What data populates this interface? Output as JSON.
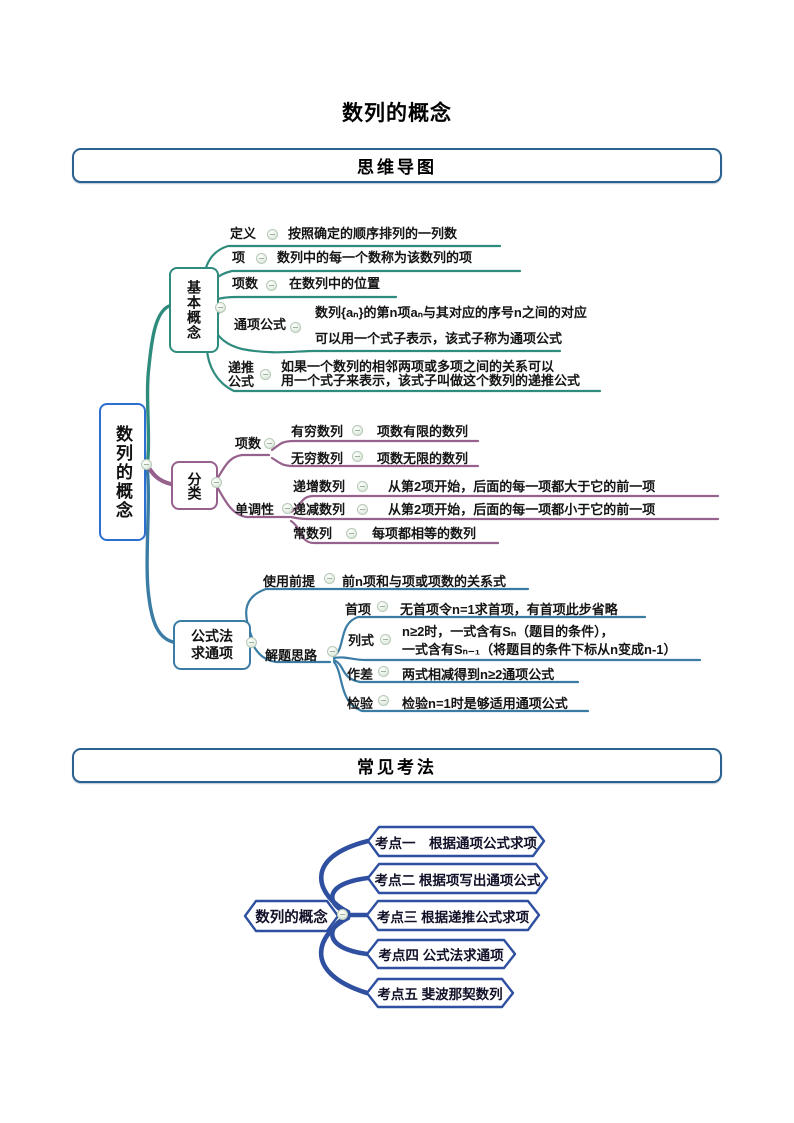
{
  "page": {
    "title": "数列的概念"
  },
  "sections": {
    "mindmap_banner": "思维导图",
    "common_tests_banner": "常见考法"
  },
  "colors": {
    "banner_border": "#2A6191",
    "root_border": "#2D6FD1",
    "branch_basic": "#2F8B7D",
    "branch_classify": "#96618C",
    "branch_formula": "#3B7CA5",
    "exam_blue": "#2F4FA0"
  },
  "mindmap": {
    "root": "数列的概念",
    "branches": [
      {
        "label": "基本概念",
        "children": [
          {
            "label": "定义",
            "text": "按照确定的顺序排列的一列数"
          },
          {
            "label": "项",
            "text": "数列中的每一个数称为该数列的项"
          },
          {
            "label": "项数",
            "text": "在数列中的位置"
          },
          {
            "label": "通项公式",
            "text1": "数列{aₙ}的第n项aₙ与其对应的序号n之间的对应",
            "text2": "可以用一个式子表示，该式子称为通项公式"
          },
          {
            "label": "递推公式",
            "text1": "如果一个数列的相邻两项或多项之间的关系可以",
            "text2": "用一个式子来表示，该式子叫做这个数列的递推公式"
          }
        ]
      },
      {
        "label": "分类",
        "children": [
          {
            "label": "项数",
            "children": [
              {
                "label": "有穷数列",
                "text": "项数有限的数列"
              },
              {
                "label": "无穷数列",
                "text": "项数无限的数列"
              }
            ]
          },
          {
            "label": "单调性",
            "children": [
              {
                "label": "递增数列",
                "text": "从第2项开始，后面的每一项都大于它的前一项"
              },
              {
                "label": "递减数列",
                "text": "从第2项开始，后面的每一项都小于它的前一项"
              },
              {
                "label": "常数列",
                "text": "每项都相等的数列"
              }
            ]
          }
        ]
      },
      {
        "label": "公式法求通项",
        "children": [
          {
            "label": "使用前提",
            "text": "前n项和与项或项数的关系式"
          },
          {
            "label": "解题思路",
            "children": [
              {
                "label": "首项",
                "text": "无首项令n=1求首项，有首项此步省略"
              },
              {
                "label": "列式",
                "text1": "n≥2时，一式含有Sₙ（题目的条件），",
                "text2": "一式含有Sₙ₋₁（将题目的条件下标从n变成n-1）"
              },
              {
                "label": "作差",
                "text": "两式相减得到n≥2通项公式"
              },
              {
                "label": "检验",
                "text": "检验n=1时是够适用通项公式"
              }
            ]
          }
        ]
      }
    ]
  },
  "exam_map": {
    "root": "数列的概念",
    "items": [
      "考点一　根据通项公式求项",
      "考点二 根据项写出通项公式",
      "考点三 根据递推公式求项",
      "考点四 公式法求通项",
      "考点五 斐波那契数列"
    ]
  }
}
